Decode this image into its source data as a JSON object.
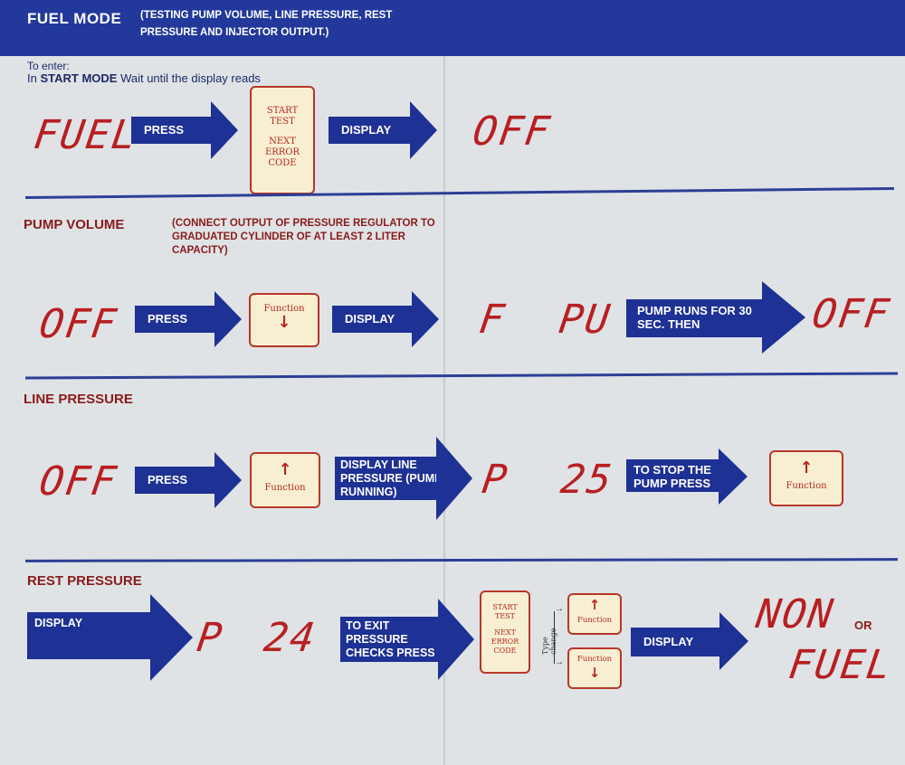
{
  "header": {
    "title": "FUEL MODE",
    "subtitle": "(TESTING PUMP VOLUME, LINE PRESSURE, REST PRESSURE AND INJECTOR OUTPUT.)"
  },
  "enter": {
    "line1": "To enter:",
    "line2_prefix": "In ",
    "line2_bold": "START MODE",
    "line2_suffix": " Wait until the display reads"
  },
  "fuel_mode_row": {
    "display_start": "FUEL",
    "press_label": "PRESS",
    "key_line1": "START",
    "key_line2": "TEST",
    "key_line3": "NEXT",
    "key_line4": "ERROR",
    "key_line5": "CODE",
    "display_label": "DISPLAY",
    "display_end": "OFF"
  },
  "pump_volume": {
    "title": "PUMP VOLUME",
    "note": "(CONNECT OUTPUT OF PRESSURE REGULATOR TO GRADUATED CYLINDER OF AT LEAST 2 LITER CAPACITY)",
    "display_start": "OFF",
    "press_label": "PRESS",
    "key_text": "Function",
    "key_arrow": "↓",
    "display_label": "DISPLAY",
    "readout_a": "F",
    "readout_b": "PU",
    "runs_label": "PUMP RUNS FOR 30 SEC. THEN",
    "display_end": "OFF"
  },
  "line_pressure": {
    "title": "LINE PRESSURE",
    "display_start": "OFF",
    "press_label": "PRESS",
    "key_arrow": "↑",
    "key_text": "Function",
    "display_label": "DISPLAY LINE PRESSURE (PUMP RUNNING)",
    "readout_a": "P",
    "readout_b": "25",
    "stop_label": "TO STOP THE PUMP PRESS",
    "key2_arrow": "↑",
    "key2_text": "Function"
  },
  "rest_pressure": {
    "title": "REST PRESSURE",
    "display_label": "DISPLAY",
    "readout_a": "P",
    "readout_b": "24",
    "exit_label": "TO EXIT PRESSURE CHECKS PRESS",
    "key_line1": "START",
    "key_line2": "TEST",
    "key_line3": "NEXT",
    "key_line4": "ERROR",
    "key_line5": "CODE",
    "type_change": "Type change",
    "key_up_arrow": "↑",
    "key_up_text": "Function",
    "key_down_text": "Function",
    "key_down_arrow": "↓",
    "result_1": "NON",
    "or_label": "OR",
    "result_2": "FUEL"
  },
  "colors": {
    "header_blue": "#22389a",
    "arrow_blue": "#1e3194",
    "section_red": "#8a1b1b",
    "segment_red": "#b81f22",
    "key_fill": "#f8efd2"
  }
}
